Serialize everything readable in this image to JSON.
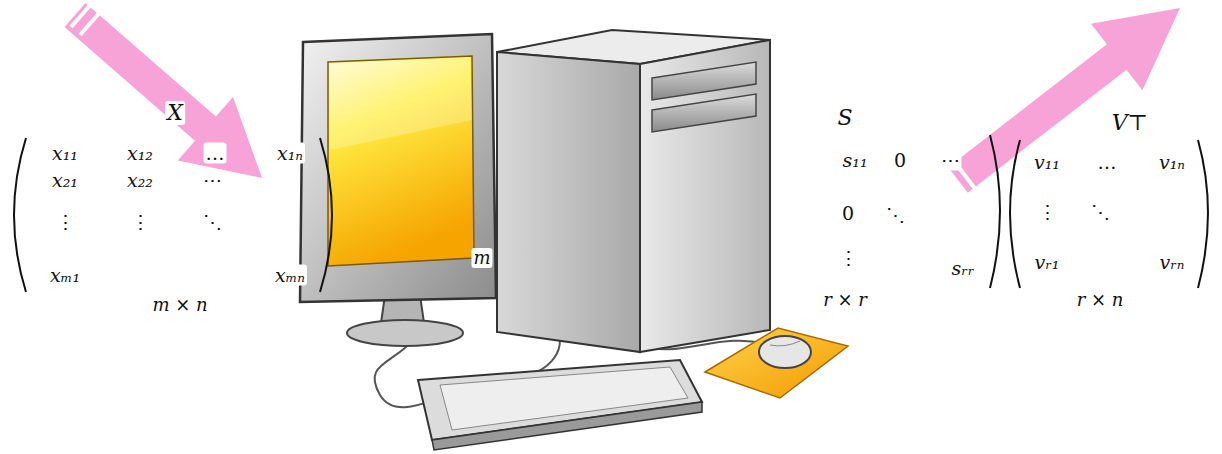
{
  "diagram": {
    "labels": [
      "X",
      "x₁₁",
      "x₁₂",
      "…",
      "x₁ₙ",
      "x₂₁",
      "x₂₂",
      "⋯",
      "⋮",
      "⋮",
      "⋱",
      "xₘ₁",
      "xₘₙ",
      "m × n",
      "m",
      "S",
      "s₁₁",
      "0",
      "⋯",
      "0",
      "⋱",
      "⋮",
      "sᵣᵣ",
      "r × r",
      "V⊤",
      "v₁₁",
      "…",
      "v₁ₙ",
      "⋮",
      "⋱",
      "vᵣ₁",
      "vᵣₙ",
      "r × n"
    ]
  }
}
